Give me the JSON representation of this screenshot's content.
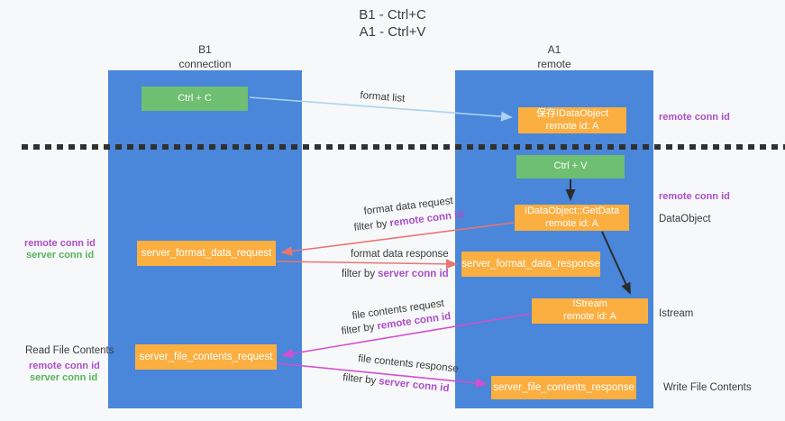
{
  "title": {
    "line1": "B1 - Ctrl+C",
    "line2": "A1 - Ctrl+V"
  },
  "lifelines": {
    "left": {
      "name": "B1",
      "role": "connection"
    },
    "right": {
      "name": "A1",
      "role": "remote"
    }
  },
  "boxes": {
    "ctrl_c": {
      "label": "Ctrl + C"
    },
    "save_idataobject": {
      "line1": "保存IDataObject",
      "line2": "remote id: A"
    },
    "ctrl_v": {
      "label": "Ctrl + V"
    },
    "getdata": {
      "line1": "IDataObject::GetData",
      "line2": "remote id: A"
    },
    "format_request": {
      "label": "server_format_data_request"
    },
    "format_response": {
      "label": "server_format_data_response"
    },
    "istream": {
      "line1": "IStream",
      "line2": "remote id: A"
    },
    "file_request": {
      "label": "server_file_contents_request"
    },
    "file_response": {
      "label": "server_file_contents_response"
    }
  },
  "arrow_labels": {
    "format_list": "format list",
    "format_data_request": "format data request",
    "format_data_response": "format data response",
    "file_contents_request": "file contents request",
    "file_contents_response": "file contents response",
    "filter_by": "filter by",
    "remote_conn_id": "remote conn id",
    "server_conn_id": "server conn id"
  },
  "side_labels": {
    "remote_conn_id": "remote conn id",
    "server_conn_id": "server conn id",
    "read_file_contents": "Read File Contents",
    "write_file_contents": "Write File Contents",
    "dataobject": "DataObject",
    "istream": "Istream"
  },
  "colors": {
    "lifeline_blue": "#4a86d9",
    "box_green": "#6fbf72",
    "box_orange": "#fbaf41",
    "purple_text": "#ab4fc8",
    "green_text": "#56b45c",
    "arrow_blue": "#a9d3f1",
    "arrow_salmon": "#e87673",
    "arrow_magenta": "#d24fd2",
    "arrow_black": "#2b2b2b"
  }
}
